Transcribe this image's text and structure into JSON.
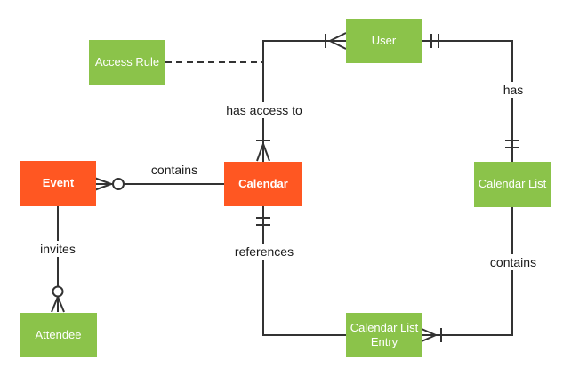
{
  "diagram": {
    "kind": "entity-relationship-diagram",
    "notation": "crows-foot"
  },
  "colors": {
    "primary_entity": "#FF5722",
    "secondary_entity": "#8BC34A",
    "connector": "#333333",
    "entity_text": "#FFFFFF",
    "label_text": "#1A1A1A",
    "background": "#FFFFFF"
  },
  "entities": {
    "event": {
      "label": "Event",
      "style": "primary"
    },
    "calendar": {
      "label": "Calendar",
      "style": "primary"
    },
    "access_rule": {
      "label": "Access Rule",
      "style": "secondary"
    },
    "user": {
      "label": "User",
      "style": "secondary"
    },
    "calendar_list": {
      "label": "Calendar List",
      "style": "secondary"
    },
    "attendee": {
      "label": "Attendee",
      "style": "secondary"
    },
    "calendar_list_entry": {
      "label": "Calendar List Entry",
      "style": "secondary"
    }
  },
  "relationships": {
    "contains_events": {
      "label": "contains",
      "from": "Calendar",
      "to": "Event",
      "event_end": "zero-or-many"
    },
    "invites": {
      "label": "invites",
      "from": "Event",
      "to": "Attendee",
      "attendee_end": "zero-or-many"
    },
    "has_access_to": {
      "label": "has access to",
      "from": "User",
      "to": "Calendar",
      "calendar_end": "one-or-many",
      "user_end": "one-or-many"
    },
    "access_rule_link": {
      "label": "",
      "from": "Access Rule",
      "to": "has access to relationship",
      "line_style": "dashed"
    },
    "has": {
      "label": "has",
      "from": "User",
      "to": "Calendar List",
      "user_end": "exactly-one",
      "calendar_list_end": "exactly-one"
    },
    "references": {
      "label": "references",
      "from": "Calendar List Entry",
      "to": "Calendar",
      "calendar_end": "exactly-one"
    },
    "contains_entries": {
      "label": "contains",
      "from": "Calendar List",
      "to": "Calendar List Entry",
      "entry_end": "one-or-many"
    }
  }
}
